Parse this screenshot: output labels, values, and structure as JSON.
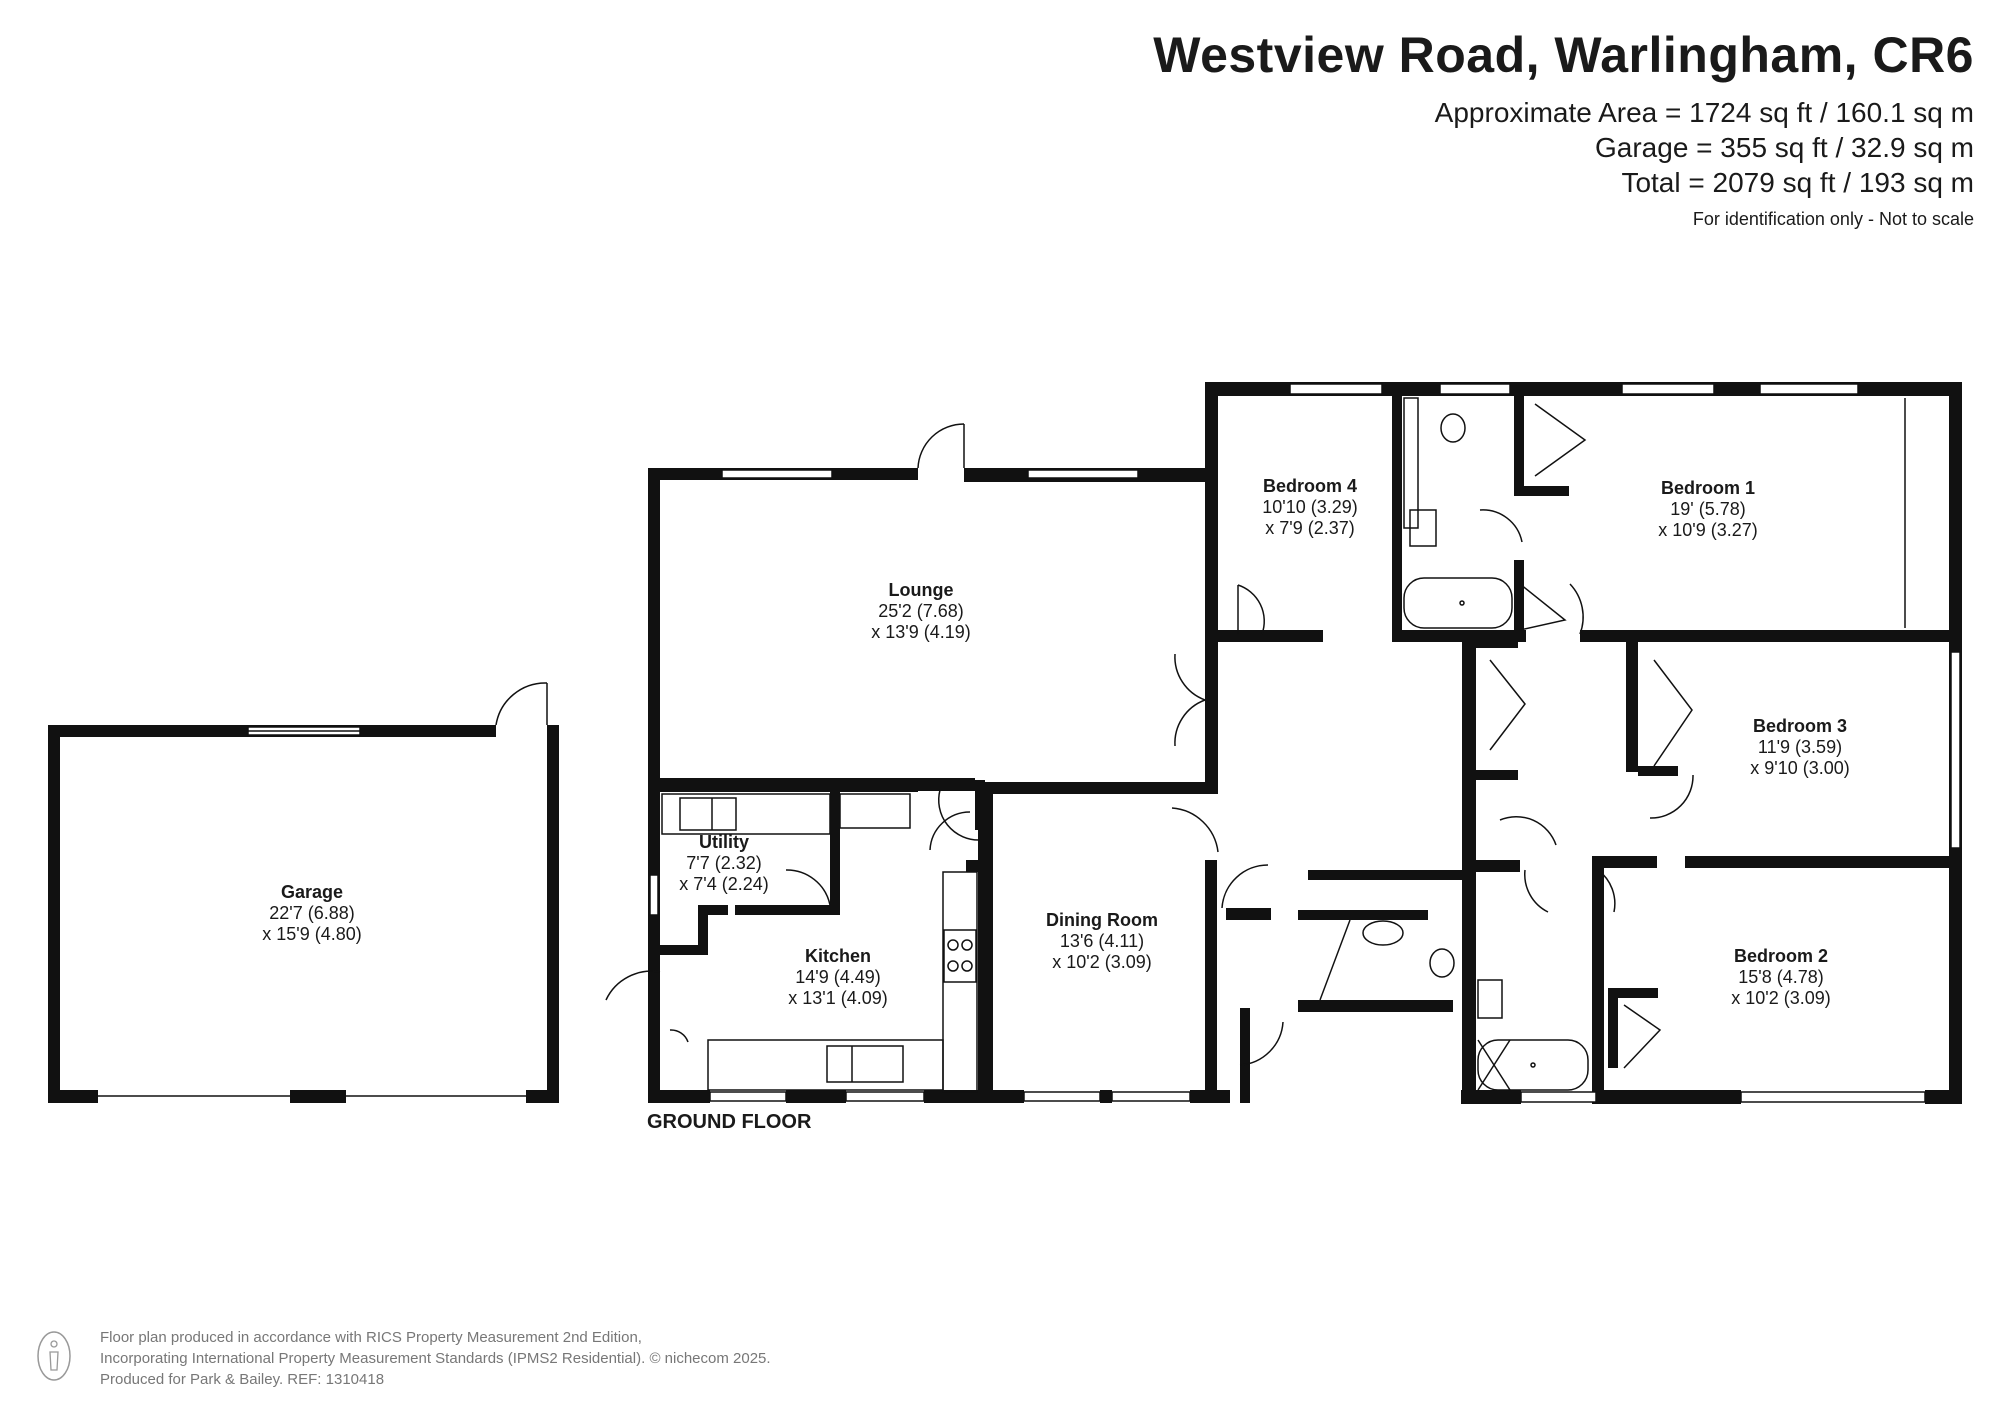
{
  "header": {
    "title": "Westview Road, Warlingham, CR6",
    "areas": [
      "Approximate Area = 1724 sq ft / 160.1 sq m",
      "Garage = 355 sq ft / 32.9 sq m",
      "Total = 2079 sq ft / 193 sq m"
    ],
    "note": "For identification only - Not to scale"
  },
  "rooms": {
    "lounge": {
      "name": "Lounge",
      "dim1": "25'2 (7.68)",
      "dim2": "x 13'9 (4.19)"
    },
    "bedroom4": {
      "name": "Bedroom 4",
      "dim1": "10'10 (3.29)",
      "dim2": "x 7'9 (2.37)"
    },
    "bedroom1": {
      "name": "Bedroom 1",
      "dim1": "19' (5.78)",
      "dim2": "x 10'9 (3.27)"
    },
    "bedroom3": {
      "name": "Bedroom 3",
      "dim1": "11'9 (3.59)",
      "dim2": "x 9'10 (3.00)"
    },
    "bedroom2": {
      "name": "Bedroom 2",
      "dim1": "15'8 (4.78)",
      "dim2": "x 10'2 (3.09)"
    },
    "garage": {
      "name": "Garage",
      "dim1": "22'7 (6.88)",
      "dim2": "x 15'9 (4.80)"
    },
    "utility": {
      "name": "Utility",
      "dim1": "7'7 (2.32)",
      "dim2": "x 7'4 (2.24)"
    },
    "kitchen": {
      "name": "Kitchen",
      "dim1": "14'9 (4.49)",
      "dim2": "x 13'1 (4.09)"
    },
    "dining": {
      "name": "Dining Room",
      "dim1": "13'6 (4.11)",
      "dim2": "x 10'2 (3.09)"
    }
  },
  "floor_label": "GROUND FLOOR",
  "footer": {
    "line1": "Floor plan produced in accordance with RICS Property Measurement 2nd Edition,",
    "line2": "Incorporating International Property Measurement Standards (IPMS2 Residential).   © nichecom 2025.",
    "line3": "Produced for Park & Bailey.   REF:  1310418"
  },
  "colors": {
    "wall": "#111111",
    "text": "#1a1a1a",
    "footer": "#777777"
  }
}
